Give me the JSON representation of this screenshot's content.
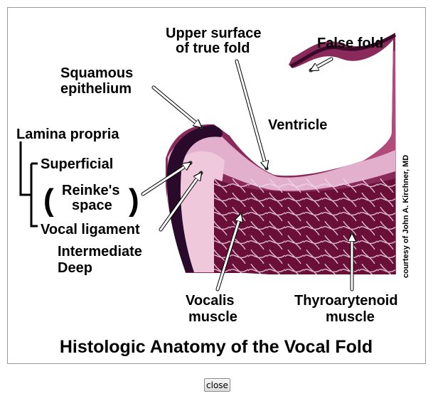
{
  "figure": {
    "title": "Histologic Anatomy of the Vocal Fold",
    "credit": "courtesy of John A. Kirchner, MD",
    "labels": {
      "upper_surface_1": "Upper surface",
      "upper_surface_2": "of true fold",
      "false_fold": "False fold",
      "squamous_1": "Squamous",
      "squamous_2": "epithelium",
      "ventricle": "Ventricle",
      "lamina_propria": "Lamina propria",
      "superficial": "Superficial",
      "reinke_1": "Reinke's",
      "reinke_2": "space",
      "vocal_ligament": "Vocal ligament",
      "intermediate": "Intermediate",
      "deep": "Deep",
      "vocalis_1": "Vocalis",
      "vocalis_2": "muscle",
      "thyro_1": "Thyroarytenoid",
      "thyro_2": "muscle"
    },
    "colors": {
      "epithelium": "#2a0a2a",
      "mucosa": "#e8b8d0",
      "muscle": "#6a1038",
      "fiber": "#f0d8e8"
    }
  },
  "controls": {
    "close_label": "close"
  }
}
